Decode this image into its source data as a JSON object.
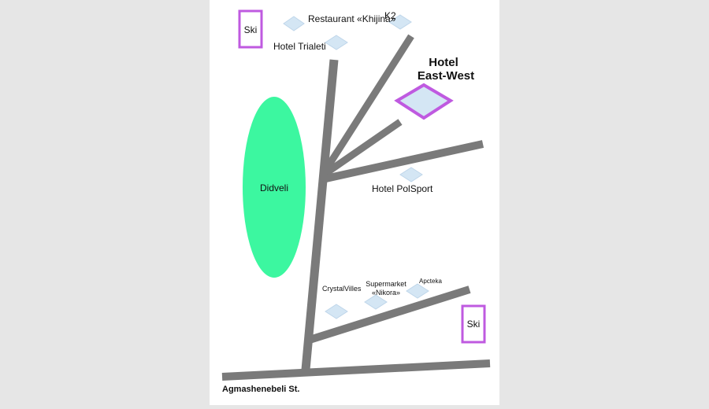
{
  "colors": {
    "background": "#e6e6e6",
    "page": "#ffffff",
    "road": "#7a7a7a",
    "building_fill": "#d4e6f4",
    "building_stroke": "#bfd6ea",
    "highlight": "#bf5ae0",
    "park": "#3cf7a0",
    "text": "#111111"
  },
  "labels": {
    "ski_top": "Ski",
    "restaurant": "Restaurant «Khijina»",
    "k2": "K2",
    "hotel_trialeti": "Hotel Trialeti",
    "hotel_ew_line1": "Hotel",
    "hotel_ew_line2": "East-West",
    "didveli": "Didveli",
    "hotel_polsport": "Hotel PolSport",
    "crystalvilles": "CrystalVilles",
    "supermarket_line1": "Supermarket",
    "supermarket_line2": "«Nikora»",
    "apcteka": "Apcteka",
    "ski_bottom": "Ski",
    "street": "Agmashenebeli St."
  },
  "icons": {
    "building": "diamond-marker-icon",
    "highlight_hotel": "diamond-highlight-icon",
    "ski": "ski-area-box",
    "park": "park-ellipse"
  }
}
